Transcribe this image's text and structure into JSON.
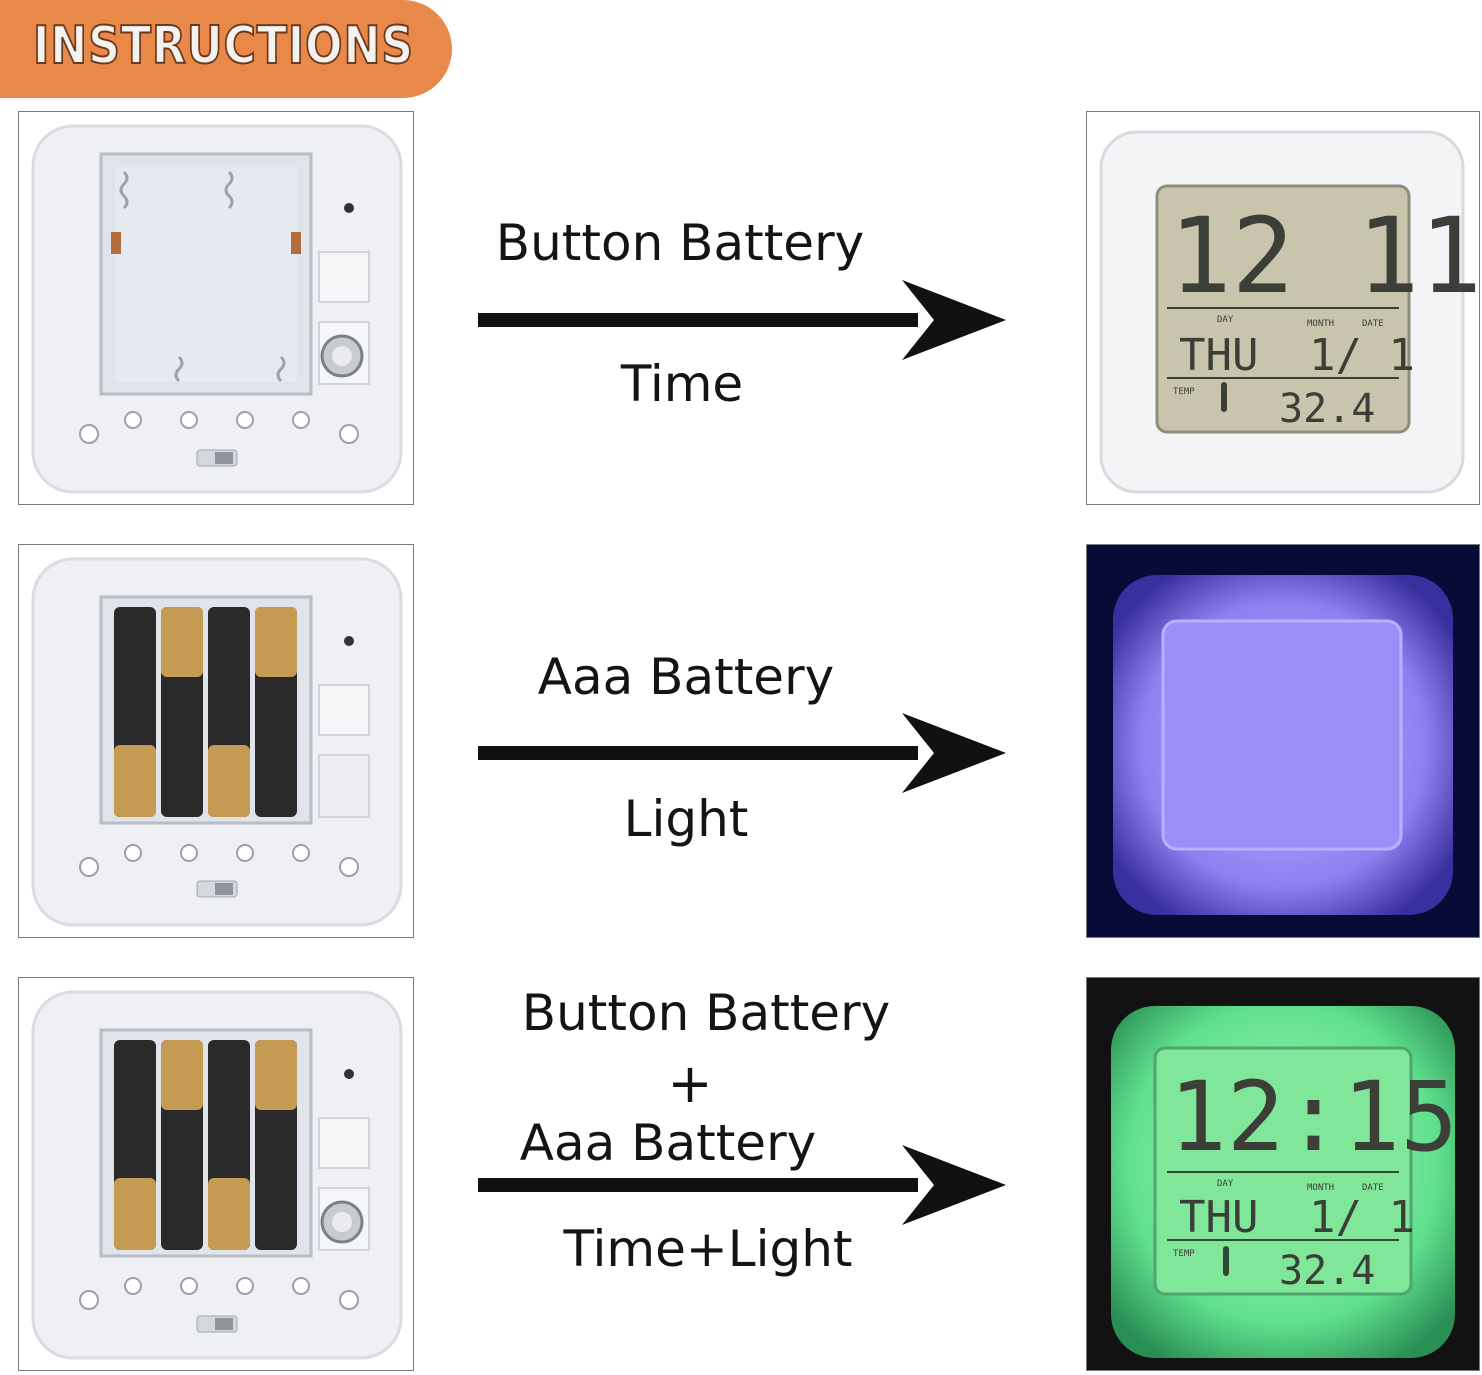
{
  "banner": {
    "title": "INSTRUCTIONS"
  },
  "rows": [
    {
      "power_source": "Button Battery",
      "result": "Time",
      "lcd": {
        "time": "12 11",
        "day": "THU",
        "date": "1/ 1",
        "temp": "32.4",
        "label_day": "DAY",
        "label_month": "MONTH",
        "label_date": "DATE",
        "label_temp": "TEMP"
      }
    },
    {
      "power_source": "Aaa Battery",
      "result": "Light",
      "glow_color": "#8d7ff0"
    },
    {
      "power_source_1": "Button Battery",
      "plus": "+",
      "power_source_2": "Aaa Battery",
      "result": "Time+Light",
      "glow_color": "#5fe08c",
      "lcd": {
        "time": "12:15",
        "day": "THU",
        "date": "1/ 1",
        "temp": "32.4",
        "label_day": "DAY",
        "label_month": "MONTH",
        "label_date": "DATE",
        "label_temp": "TEMP"
      }
    }
  ],
  "colors": {
    "banner": "#e8894a",
    "arrow": "#111111",
    "lcd_plain": "#c9c5ad",
    "lcd_green": "#7fe69a",
    "glow_purple": "#8d7ff0"
  }
}
